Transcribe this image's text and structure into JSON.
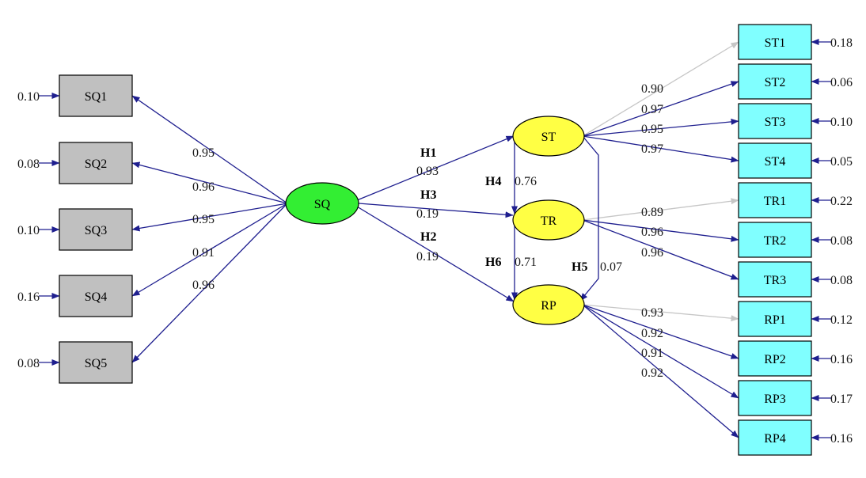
{
  "colors": {
    "path": "#1f1f8f",
    "path_faint": "#c6c6c6",
    "indicator_gray": "#c0c0c0",
    "indicator_cyan": "#80ffff",
    "latent_green": "#33ee33",
    "latent_yellow": "#ffff44",
    "border": "#000000"
  },
  "latents": [
    {
      "id": "SQ",
      "label": "SQ",
      "fill": "green"
    },
    {
      "id": "ST",
      "label": "ST",
      "fill": "yellow"
    },
    {
      "id": "TR",
      "label": "TR",
      "fill": "yellow"
    },
    {
      "id": "RP",
      "label": "RP",
      "fill": "yellow"
    }
  ],
  "indicators": [
    {
      "id": "SQ1",
      "label": "SQ1",
      "latent": "SQ",
      "loading": "0.95",
      "error": "0.10",
      "fill": "gray"
    },
    {
      "id": "SQ2",
      "label": "SQ2",
      "latent": "SQ",
      "loading": "0.96",
      "error": "0.08",
      "fill": "gray"
    },
    {
      "id": "SQ3",
      "label": "SQ3",
      "latent": "SQ",
      "loading": "0.95",
      "error": "0.10",
      "fill": "gray"
    },
    {
      "id": "SQ4",
      "label": "SQ4",
      "latent": "SQ",
      "loading": "0.91",
      "error": "0.16",
      "fill": "gray"
    },
    {
      "id": "SQ5",
      "label": "SQ5",
      "latent": "SQ",
      "loading": "0.96",
      "error": "0.08",
      "fill": "gray"
    },
    {
      "id": "ST1",
      "label": "ST1",
      "latent": "ST",
      "loading": "0.90",
      "error": "0.18",
      "fill": "cyan",
      "reference": true
    },
    {
      "id": "ST2",
      "label": "ST2",
      "latent": "ST",
      "loading": "0.97",
      "error": "0.06",
      "fill": "cyan"
    },
    {
      "id": "ST3",
      "label": "ST3",
      "latent": "ST",
      "loading": "0.95",
      "error": "0.10",
      "fill": "cyan"
    },
    {
      "id": "ST4",
      "label": "ST4",
      "latent": "ST",
      "loading": "0.97",
      "error": "0.05",
      "fill": "cyan"
    },
    {
      "id": "TR1",
      "label": "TR1",
      "latent": "TR",
      "loading": "0.89",
      "error": "0.22",
      "fill": "cyan",
      "reference": true
    },
    {
      "id": "TR2",
      "label": "TR2",
      "latent": "TR",
      "loading": "0.96",
      "error": "0.08",
      "fill": "cyan"
    },
    {
      "id": "TR3",
      "label": "TR3",
      "latent": "TR",
      "loading": "0.96",
      "error": "0.08",
      "fill": "cyan"
    },
    {
      "id": "RP1",
      "label": "RP1",
      "latent": "RP",
      "loading": "0.93",
      "error": "0.12",
      "fill": "cyan",
      "reference": true
    },
    {
      "id": "RP2",
      "label": "RP2",
      "latent": "RP",
      "loading": "0.92",
      "error": "0.16",
      "fill": "cyan"
    },
    {
      "id": "RP3",
      "label": "RP3",
      "latent": "RP",
      "loading": "0.91",
      "error": "0.17",
      "fill": "cyan"
    },
    {
      "id": "RP4",
      "label": "RP4",
      "latent": "RP",
      "loading": "0.92",
      "error": "0.16",
      "fill": "cyan"
    }
  ],
  "structural_paths": [
    {
      "id": "H1",
      "hypothesis": "H1",
      "from": "SQ",
      "to": "ST",
      "coefficient": "0.93"
    },
    {
      "id": "H3",
      "hypothesis": "H3",
      "from": "SQ",
      "to": "TR",
      "coefficient": "0.19"
    },
    {
      "id": "H2",
      "hypothesis": "H2",
      "from": "SQ",
      "to": "RP",
      "coefficient": "0.19"
    },
    {
      "id": "H4",
      "hypothesis": "H4",
      "from": "ST",
      "to": "TR",
      "coefficient": "0.76"
    },
    {
      "id": "H6",
      "hypothesis": "H6",
      "from": "TR",
      "to": "RP",
      "coefficient": "0.71"
    },
    {
      "id": "H5",
      "hypothesis": "H5",
      "from": "ST",
      "to": "RP",
      "coefficient": "0.07"
    }
  ]
}
